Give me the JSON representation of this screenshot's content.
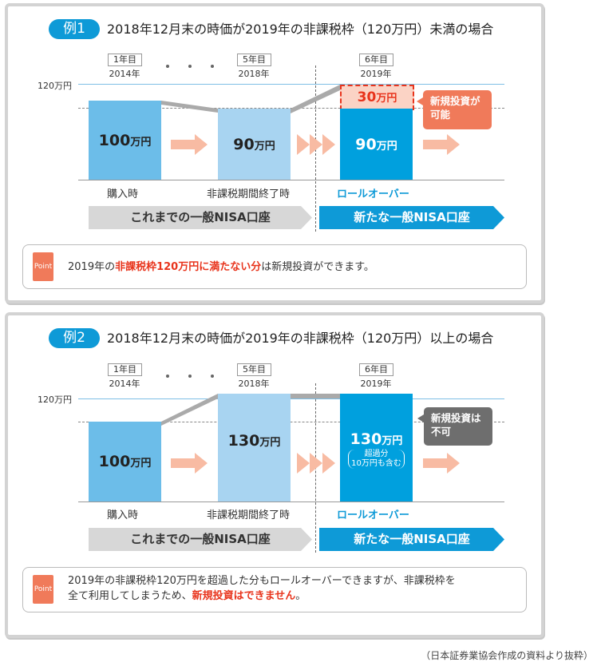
{
  "colors": {
    "accent_blue": "#0e9ad7",
    "bar_purchase": "#6cbde9",
    "bar_end": "#a8d4f1",
    "bar_rollover": "#00a0de",
    "point_orange": "#f07a5a",
    "highlight_red": "#e8341c",
    "banner_gray": "#d7d7d7",
    "callout_gray": "#6e6e6e",
    "arrow_peach": "#f8bba3"
  },
  "common": {
    "limit_label": "120万円",
    "years": [
      {
        "box": "1年目",
        "year": "2014年"
      },
      {
        "box": "5年目",
        "year": "2018年"
      },
      {
        "box": "6年目",
        "year": "2019年"
      }
    ],
    "captions": {
      "purchase": "購入時",
      "end": "非課税期間終了時",
      "rollover": "ロールオーバー"
    },
    "banners": {
      "old": "これまでの一般NISA口座",
      "new": "新たな一般NISA口座"
    },
    "unit": "万円",
    "point_badge": "Point"
  },
  "example1": {
    "pill": "例1",
    "title": "2018年12月末の時価が2019年の非課税枠（120万円）未満の場合",
    "bars": {
      "purchase": "100",
      "end": "90",
      "rollover": "90",
      "room": "30"
    },
    "callout_line1": "新規投資が",
    "callout_line2": "可能",
    "point": {
      "pre": "2019年の",
      "highlight": "非課税枠120万円に満たない分",
      "post": "は新規投資ができます。"
    }
  },
  "example2": {
    "pill": "例2",
    "title": "2018年12月末の時価が2019年の非課税枠（120万円）以上の場合",
    "bars": {
      "purchase": "100",
      "end": "130",
      "rollover": "130",
      "rollover_note1": "超過分",
      "rollover_note2": "10万円も含む"
    },
    "callout_line1": "新規投資は",
    "callout_line2": "不可",
    "point": {
      "line1": "2019年の非課税枠120万円を超過した分もロールオーバーできますが、非課税枠を",
      "line2_pre": "全て利用してしまうため、",
      "line2_highlight": "新規投資はできません",
      "line2_post": "。"
    }
  },
  "footer": "（日本証券業協会作成の資料より抜粋）"
}
